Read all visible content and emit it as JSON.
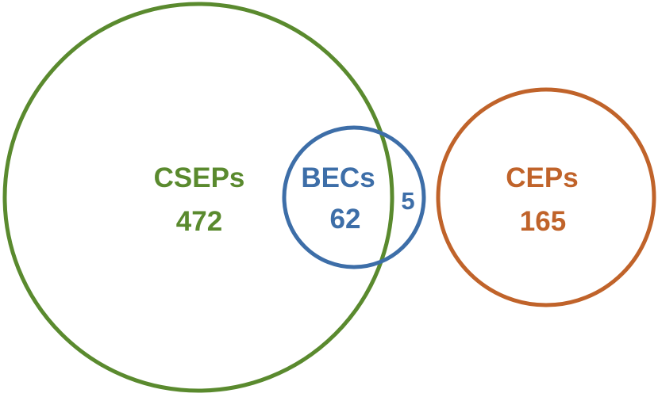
{
  "colors": {
    "cseps": "#5a8a2e",
    "becs": "#3d6ea8",
    "ceps": "#c0632a"
  },
  "sets": {
    "cseps": {
      "label": "CSEPs",
      "value": "472"
    },
    "becs": {
      "label": "BECs",
      "value": "62"
    },
    "becs_outside": {
      "value": "5"
    },
    "ceps": {
      "label": "CEPs",
      "value": "165"
    }
  }
}
